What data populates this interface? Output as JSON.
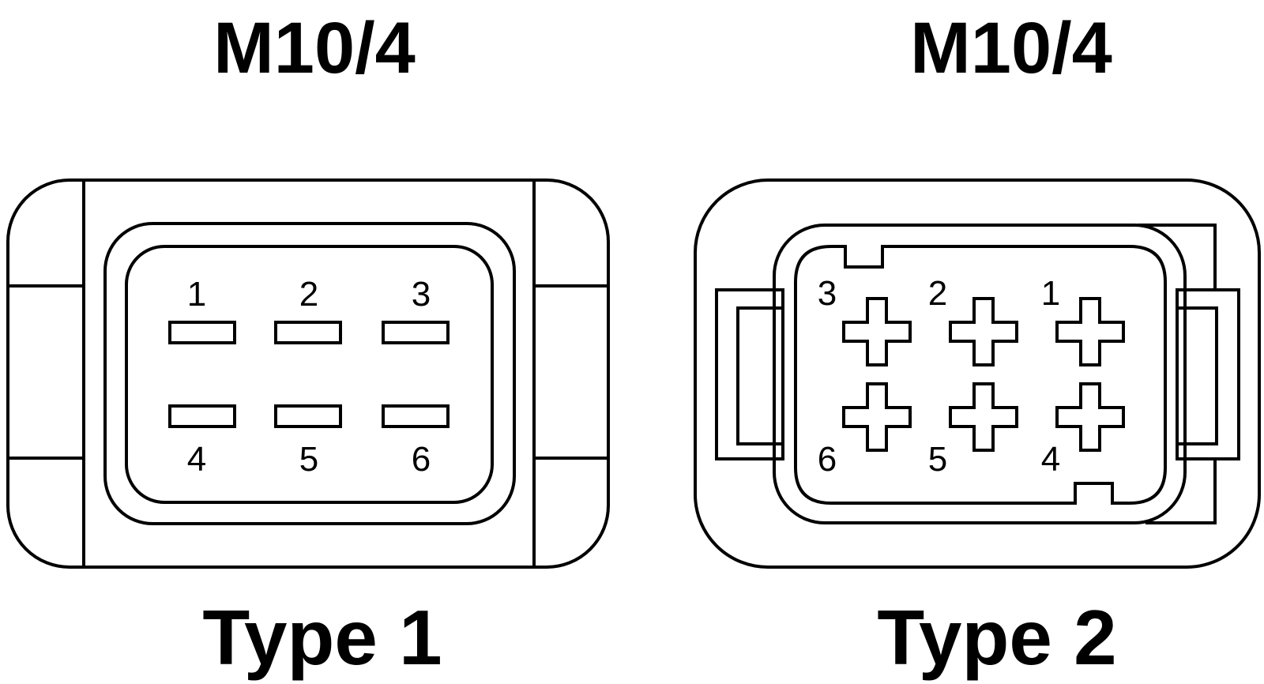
{
  "connectors": [
    {
      "title": "M10/4",
      "caption": "Type 1",
      "pins": [
        "1",
        "2",
        "3",
        "4",
        "5",
        "6"
      ]
    },
    {
      "title": "M10/4",
      "caption": "Type 2",
      "pins": [
        "3",
        "2",
        "1",
        "6",
        "5",
        "4"
      ]
    }
  ]
}
